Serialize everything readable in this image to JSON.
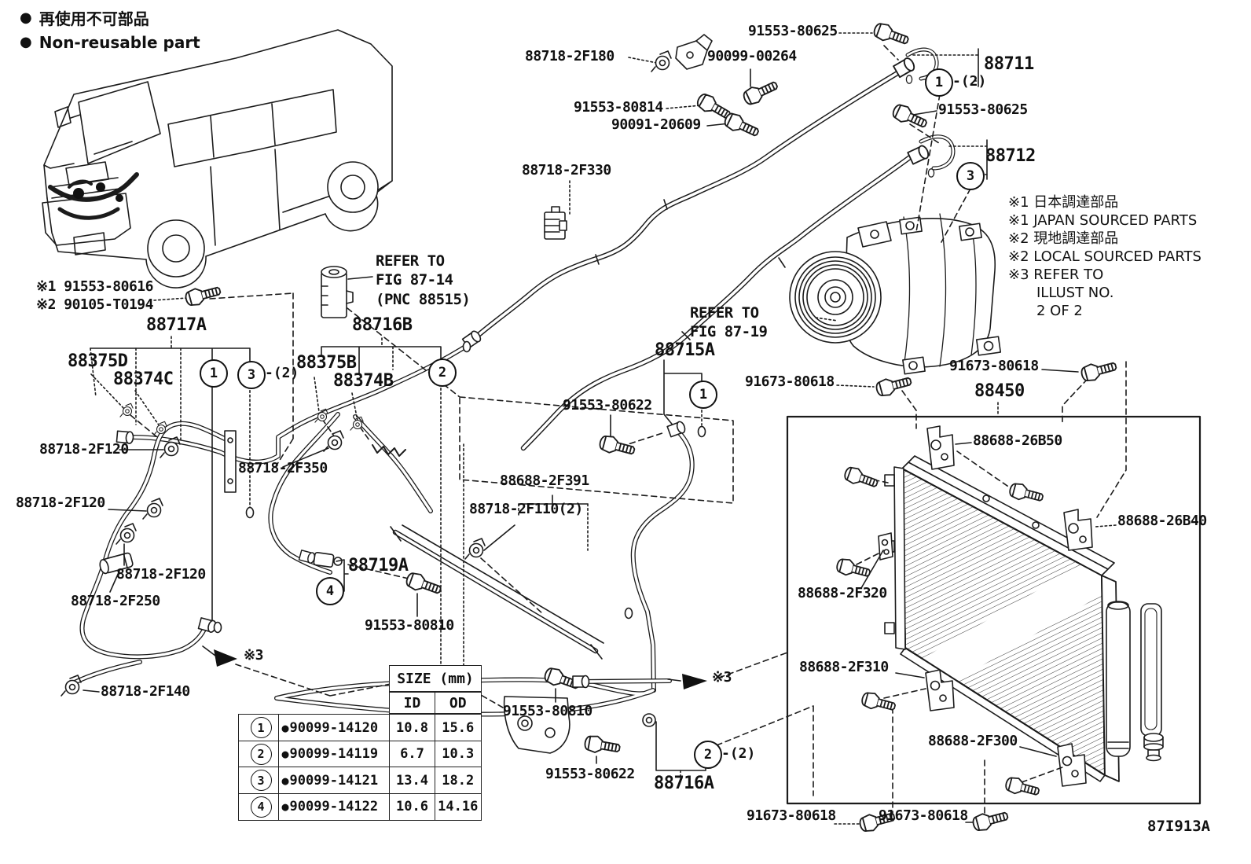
{
  "legend": {
    "bullet": "●",
    "jp": "再使用不可部品",
    "en": "Non-reusable part"
  },
  "labels": {
    "p91553_80625_a": "91553-80625",
    "p88718_2F180": "88718-2F180",
    "p90099_00264": "90099-00264",
    "p91553_80814": "91553-80814",
    "p90091_20609": "90091-20609",
    "p88711": "88711",
    "p91553_80625_b": "91553-80625",
    "p88712": "88712",
    "p88718_2F330": "88718-2F330",
    "p88717A": "88717A",
    "p88375D": "88375D",
    "p88374C": "88374C",
    "p88716B": "88716B",
    "p88375B": "88375B",
    "p88374B": "88374B",
    "p88718_2F120_a": "88718-2F120",
    "p88718_2F350": "88718-2F350",
    "p88718_2F120_b": "88718-2F120",
    "p88718_2F120_c": "88718-2F120",
    "p88718_2F250": "88718-2F250",
    "p88718_2F140": "88718-2F140",
    "p88719A": "88719A",
    "p91553_80810_a": "91553-80810",
    "p88688_2F391": "88688-2F391",
    "p88718_2F110": "88718-2F110(2)",
    "p91553_80622_a": "91553-80622",
    "p88715A": "88715A",
    "p91553_80810_b": "91553-80810",
    "p91553_80622_b": "91553-80622",
    "p88716A": "88716A",
    "p91673_80618_a": "91673-80618",
    "p91673_80618_b": "91673-80618",
    "p88450": "88450",
    "p88688_26B50": "88688-26B50",
    "p88688_26B40": "88688-26B40",
    "p88688_2F320": "88688-2F320",
    "p88688_2F310": "88688-2F310",
    "p88688_2F300": "88688-2F300",
    "p91673_80618_c": "91673-80618",
    "p91673_80618_d": "91673-80618"
  },
  "sourcing": [
    "※1 91553-80616",
    "※2 90105-T0194"
  ],
  "refs": {
    "fig87_14": [
      "REFER TO",
      "FIG 87-14",
      "(PNC 88515)"
    ],
    "fig87_19": [
      "REFER TO",
      "FIG 87-19"
    ]
  },
  "notes": [
    "※1 日本調達部品",
    "※1 JAPAN SOURCED PARTS",
    "※2 現地調達部品",
    "※2 LOCAL SOURCED PARTS",
    "※3 REFER TO",
    "ILLUST NO.",
    "2 OF 2"
  ],
  "callouts": {
    "n1": "1",
    "n2": "2",
    "n3": "3",
    "n4": "4",
    "qty2": "-(2)"
  },
  "marks": {
    "ref3": "※3"
  },
  "table": {
    "title": "SIZE (mm)",
    "col_id": "ID",
    "col_od": "OD",
    "bullet": "●",
    "rows": [
      {
        "no": "1",
        "part": "90099-14120",
        "id": "10.8",
        "od": "15.6"
      },
      {
        "no": "2",
        "part": "90099-14119",
        "id": "6.7",
        "od": "10.3"
      },
      {
        "no": "3",
        "part": "90099-14121",
        "id": "13.4",
        "od": "18.2"
      },
      {
        "no": "4",
        "part": "90099-14122",
        "id": "10.6",
        "od": "14.16"
      }
    ]
  },
  "diagram_code": "87I913A"
}
